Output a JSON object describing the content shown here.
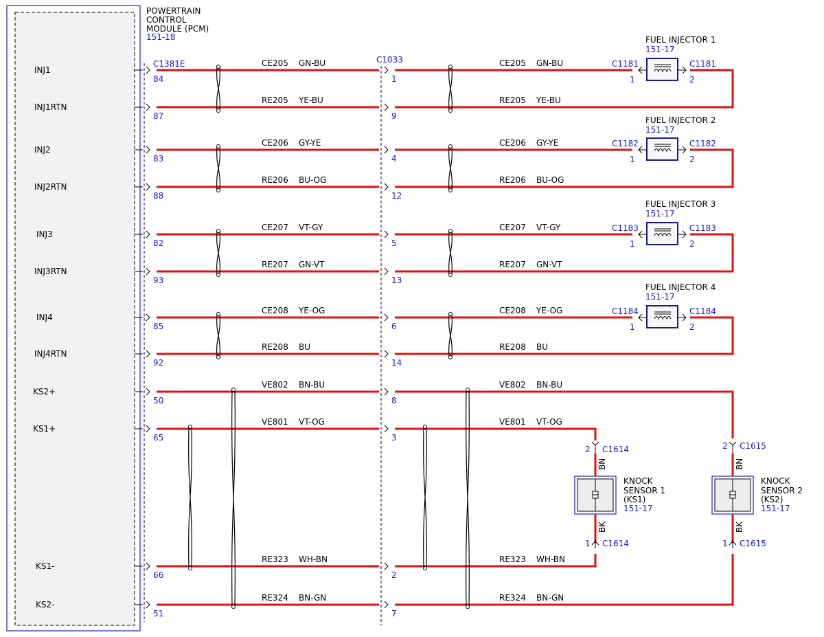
{
  "pcm": {
    "title_lines": [
      "POWERTRAIN",
      "CONTROL",
      "MODULE (PCM)"
    ],
    "ref": "151-18",
    "connector": "C1381E"
  },
  "inline_connector": "C1033",
  "pins": [
    {
      "label": "INJ1",
      "pcm_pin": "84",
      "circuit": "CE205",
      "color": "GN-BU",
      "inline_pin": "1"
    },
    {
      "label": "INJ1RTN",
      "pcm_pin": "87",
      "circuit": "RE205",
      "color": "YE-BU",
      "inline_pin": "9"
    },
    {
      "label": "INJ2",
      "pcm_pin": "83",
      "circuit": "CE206",
      "color": "GY-YE",
      "inline_pin": "4"
    },
    {
      "label": "INJ2RTN",
      "pcm_pin": "88",
      "circuit": "RE206",
      "color": "BU-OG",
      "inline_pin": "12"
    },
    {
      "label": "INJ3",
      "pcm_pin": "82",
      "circuit": "CE207",
      "color": "VT-GY",
      "inline_pin": "5"
    },
    {
      "label": "INJ3RTN",
      "pcm_pin": "93",
      "circuit": "RE207",
      "color": "GN-VT",
      "inline_pin": "13"
    },
    {
      "label": "INJ4",
      "pcm_pin": "85",
      "circuit": "CE208",
      "color": "YE-OG",
      "inline_pin": "6"
    },
    {
      "label": "INJ4RTN",
      "pcm_pin": "92",
      "circuit": "RE208",
      "color": "BU",
      "inline_pin": "14"
    },
    {
      "label": "KS2+",
      "pcm_pin": "50",
      "circuit": "VE802",
      "color": "BN-BU",
      "inline_pin": "8"
    },
    {
      "label": "KS1+",
      "pcm_pin": "65",
      "circuit": "VE801",
      "color": "VT-OG",
      "inline_pin": "3"
    },
    {
      "label": "KS1-",
      "pcm_pin": "66",
      "circuit": "RE323",
      "color": "WH-BN",
      "inline_pin": "2"
    },
    {
      "label": "KS2-",
      "pcm_pin": "51",
      "circuit": "RE324",
      "color": "BN-GN",
      "inline_pin": "7"
    }
  ],
  "injectors": [
    {
      "title": "FUEL INJECTOR 1",
      "ref": "151-17",
      "connector": "C1181",
      "pin_in": "1",
      "pin_out": "2"
    },
    {
      "title": "FUEL INJECTOR 2",
      "ref": "151-17",
      "connector": "C1182",
      "pin_in": "1",
      "pin_out": "2"
    },
    {
      "title": "FUEL INJECTOR 3",
      "ref": "151-17",
      "connector": "C1183",
      "pin_in": "1",
      "pin_out": "2"
    },
    {
      "title": "FUEL INJECTOR 4",
      "ref": "151-17",
      "connector": "C1184",
      "pin_in": "1",
      "pin_out": "2"
    }
  ],
  "knock_sensors": [
    {
      "title_lines": [
        "KNOCK",
        "SENSOR 1",
        "(KS1)"
      ],
      "ref": "151-17",
      "connector": "C1614",
      "pin_top": "2",
      "pin_bottom": "1",
      "wire_top": "BN",
      "wire_bottom": "BK"
    },
    {
      "title_lines": [
        "KNOCK",
        "SENSOR 2",
        "(KS2)"
      ],
      "ref": "151-17",
      "connector": "C1615",
      "pin_top": "2",
      "pin_bottom": "1",
      "wire_top": "BN",
      "wire_bottom": "BK"
    }
  ],
  "colors": {
    "wire": "#e41010",
    "label_blue": "#1a1ad6",
    "module_border": "#4b4bd6",
    "module_fill": "#f2f2f2"
  }
}
